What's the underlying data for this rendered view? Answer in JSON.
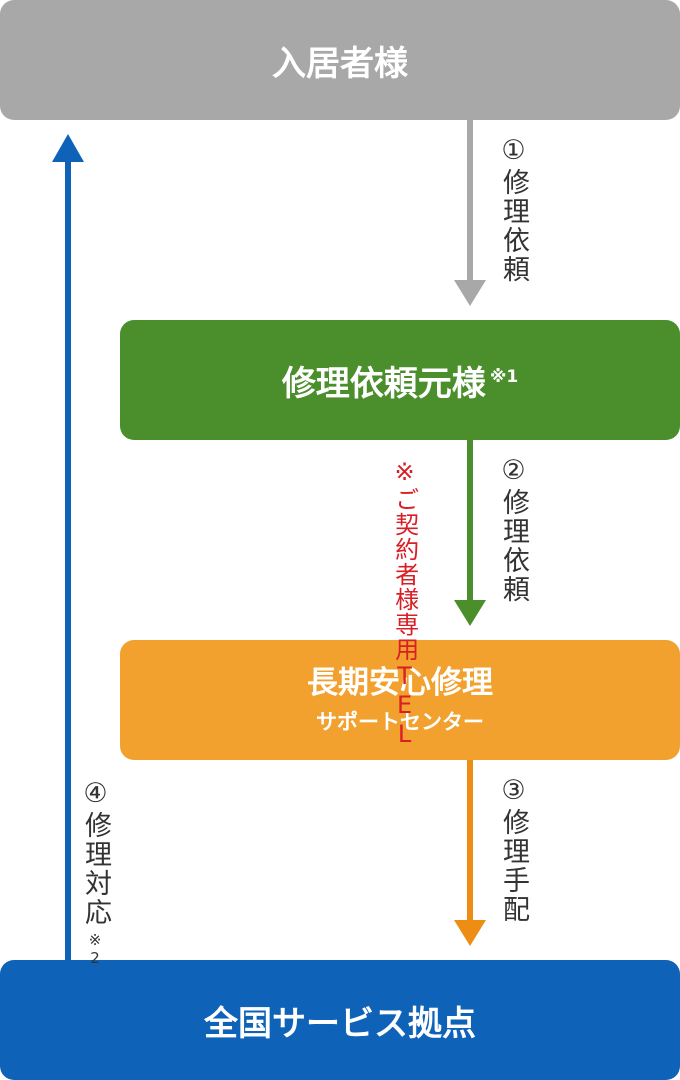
{
  "nodes": {
    "resident": {
      "label": "入居者様",
      "color": "#a8a8a8"
    },
    "requester": {
      "label": "修理依頼元様",
      "note": "※1",
      "color": "#4a8f2b"
    },
    "center": {
      "label": "長期安心修理",
      "sublabel": "サポートセンター",
      "color": "#f2a02e"
    },
    "service_base": {
      "label": "全国サービス拠点",
      "color": "#0e62b8"
    }
  },
  "edges": [
    {
      "step": "①",
      "label": "修理依頼",
      "color": "#a8a8a8"
    },
    {
      "step": "②",
      "label": "修理依頼",
      "side_note": "※ご契約者様専用TEL",
      "side_note_color": "#d81f26",
      "color": "#4a8f2b"
    },
    {
      "step": "③",
      "label": "修理手配",
      "color": "#ee8d14"
    },
    {
      "step": "④",
      "label": "修理対応",
      "note": "※2",
      "color": "#0e62b8"
    }
  ]
}
